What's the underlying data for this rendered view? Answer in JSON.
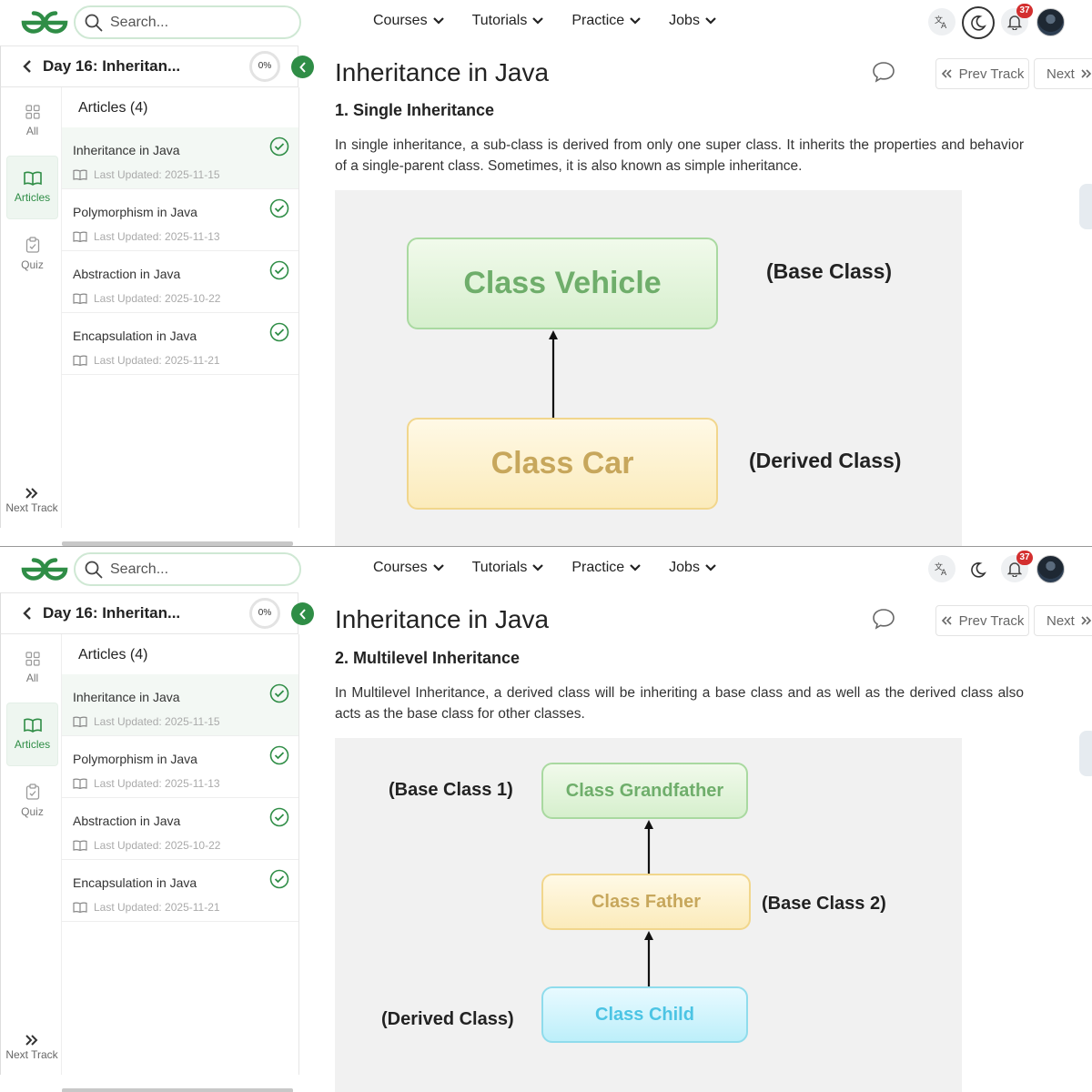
{
  "header": {
    "search_placeholder": "Search...",
    "nav": [
      "Courses",
      "Tutorials",
      "Practice",
      "Jobs"
    ],
    "notification_count": "37"
  },
  "course": {
    "title": "Day 16: Inheritan...",
    "progress": "0%"
  },
  "rail": {
    "all": "All",
    "articles": "Articles",
    "quiz": "Quiz",
    "next_track": "Next Track"
  },
  "articles": {
    "heading": "Articles (4)",
    "items": [
      {
        "title": "Inheritance in Java",
        "updated": "Last Updated: 2025-11-15"
      },
      {
        "title": "Polymorphism in Java",
        "updated": "Last Updated: 2025-11-13"
      },
      {
        "title": "Abstraction in Java",
        "updated": "Last Updated: 2025-10-22"
      },
      {
        "title": "Encapsulation in Java",
        "updated": "Last Updated: 2025-11-21"
      }
    ]
  },
  "main": {
    "title": "Inheritance in Java",
    "prev_track": "Prev Track",
    "next": "Next"
  },
  "frames": [
    {
      "section_heading": "1. Single Inheritance",
      "paragraph": "In single inheritance, a sub-class is derived from only one super class. It inherits the properties and behavior of a single-parent class. Sometimes, it is also known as simple inheritance.",
      "diagram": {
        "top_box": "Class Vehicle",
        "top_label": "(Base Class)",
        "bottom_box": "Class Car",
        "bottom_label": "(Derived Class)"
      }
    },
    {
      "section_heading": "2. Multilevel Inheritance",
      "paragraph": "In Multilevel Inheritance, a derived class will be inheriting a base class and as well as the derived class also acts as the base class for other classes.",
      "diagram": {
        "box1": "Class Grandfather",
        "label1": "(Base Class 1)",
        "box2": "Class Father",
        "label2": "(Base Class 2)",
        "box3": "Class Child",
        "label3": "(Derived Class)"
      }
    }
  ],
  "colors": {
    "brand_green": "#2f8d46",
    "badge_red": "#d32f2f"
  },
  "icons": [
    "gfg-logo-icon",
    "search-icon",
    "chevron-down-icon",
    "translate-icon",
    "moon-icon",
    "bell-icon",
    "chevron-left-icon",
    "grid-icon",
    "book-icon",
    "clipboard-icon",
    "double-chevron-right-icon",
    "check-circle-icon",
    "comment-icon",
    "double-chevron-left-icon"
  ]
}
